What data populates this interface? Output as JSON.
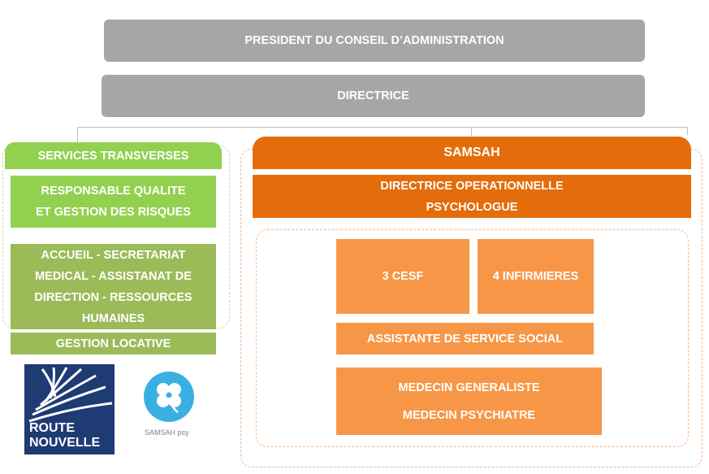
{
  "chart": {
    "president": "PRESIDENT DU CONSEIL D’ADMINISTRATION",
    "directrice": "DIRECTRICE",
    "services_transverses": {
      "title": "SERVICES TRANSVERSES",
      "qualite": [
        "RESPONSABLE QUALITE",
        "ET GESTION DES RISQUES"
      ],
      "accueil": [
        "ACCUEIL - SECRETARIAT",
        "MEDICAL - ASSISTANAT DE",
        "DIRECTION - RESSOURCES",
        "HUMAINES"
      ],
      "gestion_locative": "GESTION LOCATIVE"
    },
    "samsah": {
      "title": "SAMSAH",
      "directrice_operationnelle": [
        "DIRECTRICE OPERATIONNELLE",
        "PSYCHOLOGUE"
      ],
      "cesf": "3 CESF",
      "infirmieres": "4 INFIRMIERES",
      "assistante": "ASSISTANTE DE SERVICE SOCIAL",
      "medecins": [
        "MEDECIN GENERALISTE",
        "MEDECIN PSYCHIATRE"
      ]
    }
  },
  "logos": {
    "route_nouvelle": [
      "ROUTE",
      "NOUVELLE"
    ],
    "samsah_psy": "SAMSAH psy"
  },
  "colors": {
    "gray": "#a6a6a6",
    "green_light": "#92d050",
    "green_mid": "#9bbb59",
    "orange_dark": "#e46c0a",
    "orange_light": "#f79646",
    "navy": "#1f3b73",
    "clover_blue": "#3ab0e2"
  }
}
